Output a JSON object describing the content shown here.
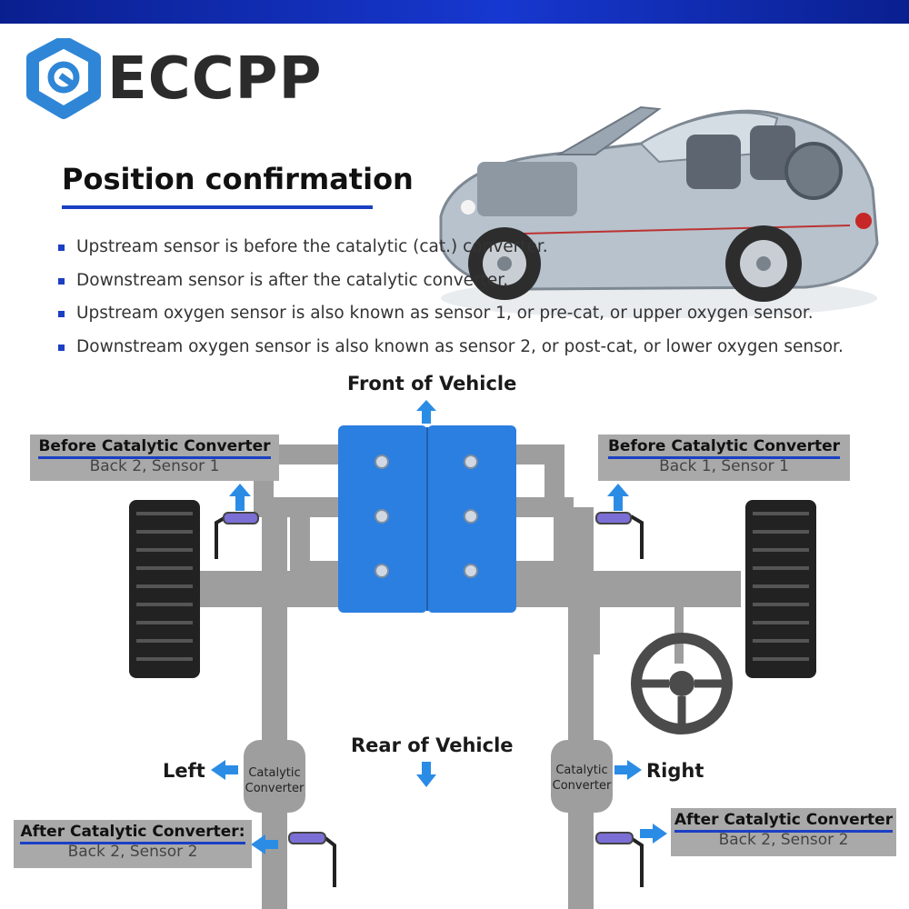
{
  "brand": {
    "name": "ECCPP",
    "accent": "#1b3fc4",
    "logo_color": "#2f86d6"
  },
  "heading": "Position confirmation",
  "bullets": [
    "Upstream sensor is before the catalytic (cat.) converter.",
    "Downstream sensor is after the catalytic converter.",
    "Upstream oxygen sensor is also known as sensor 1, or pre-cat, or upper oxygen sensor.",
    "Downstream oxygen sensor is also known as sensor 2, or post-cat, or lower oxygen sensor."
  ],
  "diagram": {
    "front_label": "Front of Vehicle",
    "rear_label": "Rear of Vehicle",
    "left_label": "Left",
    "right_label": "Right",
    "cat_left": "Catalytic Converter",
    "cat_right": "Catalytic Converter",
    "boxes": {
      "before_left": {
        "title": "Before Catalytic Converter",
        "sub": "Back 2, Sensor 1"
      },
      "before_right": {
        "title": "Before Catalytic Converter",
        "sub": "Back 1, Sensor 1"
      },
      "after_left": {
        "title": "After Catalytic Converter:",
        "sub": "Back 2, Sensor 2"
      },
      "after_right": {
        "title": "After Catalytic Converter",
        "sub": "Back 2, Sensor 2"
      }
    },
    "colors": {
      "engine": "#2b7fe0",
      "pipe": "#9e9e9e",
      "arrow": "#2b8ce6",
      "tire": "#222222"
    }
  }
}
